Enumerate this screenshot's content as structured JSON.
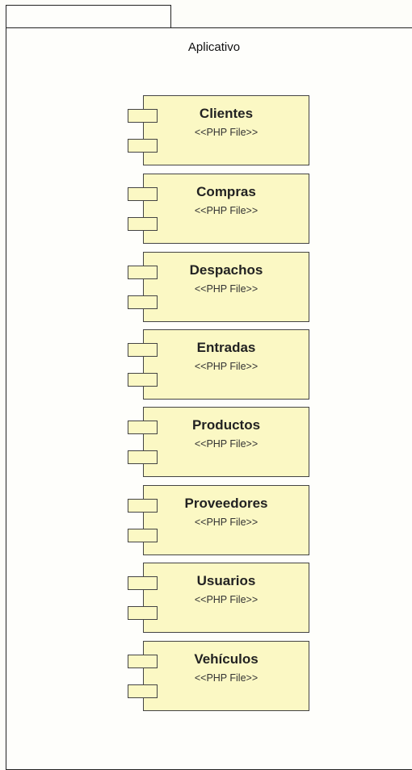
{
  "package": {
    "name": "Aplicativo"
  },
  "components": [
    {
      "name": "Clientes",
      "stereotype": "<<PHP File>>"
    },
    {
      "name": "Compras",
      "stereotype": "<<PHP File>>"
    },
    {
      "name": "Despachos",
      "stereotype": "<<PHP File>>"
    },
    {
      "name": "Entradas",
      "stereotype": "<<PHP File>>"
    },
    {
      "name": "Productos",
      "stereotype": "<<PHP File>>"
    },
    {
      "name": "Proveedores",
      "stereotype": "<<PHP File>>"
    },
    {
      "name": "Usuarios",
      "stereotype": "<<PHP File>>"
    },
    {
      "name": "Vehículos",
      "stereotype": "<<PHP File>>"
    }
  ],
  "colors": {
    "component_fill": "#fbf8c4",
    "border": "#222222"
  }
}
